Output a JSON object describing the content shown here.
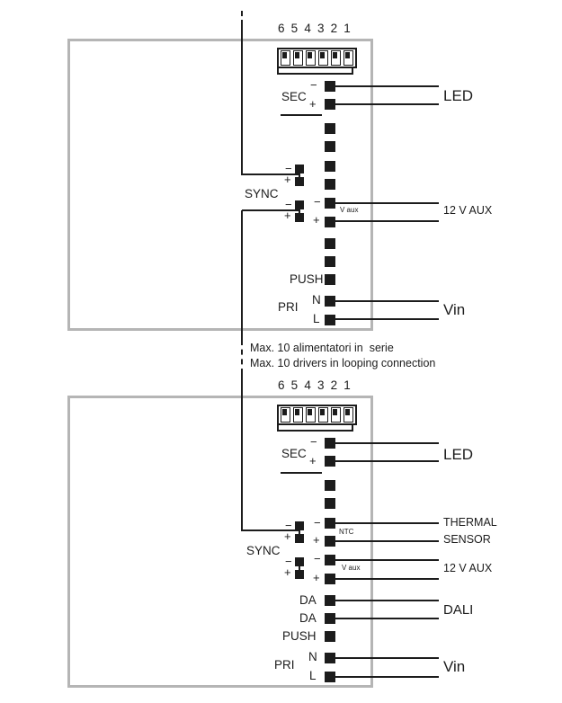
{
  "colors": {
    "ink": "#1c1c1c",
    "frame_gray": "#b5b5b5"
  },
  "notes": {
    "line1": "Max. 10 alimentatori in  serie",
    "line2": "Max. 10 drivers in looping connection"
  },
  "shared": {
    "dip_numbers": "6 5 4 3 2 1",
    "minus": "−",
    "plus": "+"
  },
  "driver1": {
    "sec": "SEC",
    "sync": "SYNC",
    "push": "PUSH",
    "pri": "PRI",
    "n": "N",
    "l": "L",
    "vaux": "V aux",
    "led": "LED",
    "aux": "12 V AUX",
    "vin": "Vin"
  },
  "driver2": {
    "sec": "SEC",
    "sync": "SYNC",
    "push": "PUSH",
    "pri": "PRI",
    "n": "N",
    "l": "L",
    "da_top": "DA",
    "da_bottom": "DA",
    "ntc": "NTC",
    "vaux": "V aux",
    "led": "LED",
    "thermal_line1": "THERMAL",
    "thermal_line2": "SENSOR",
    "aux": "12 V AUX",
    "dali": "DALI",
    "vin": "Vin"
  }
}
